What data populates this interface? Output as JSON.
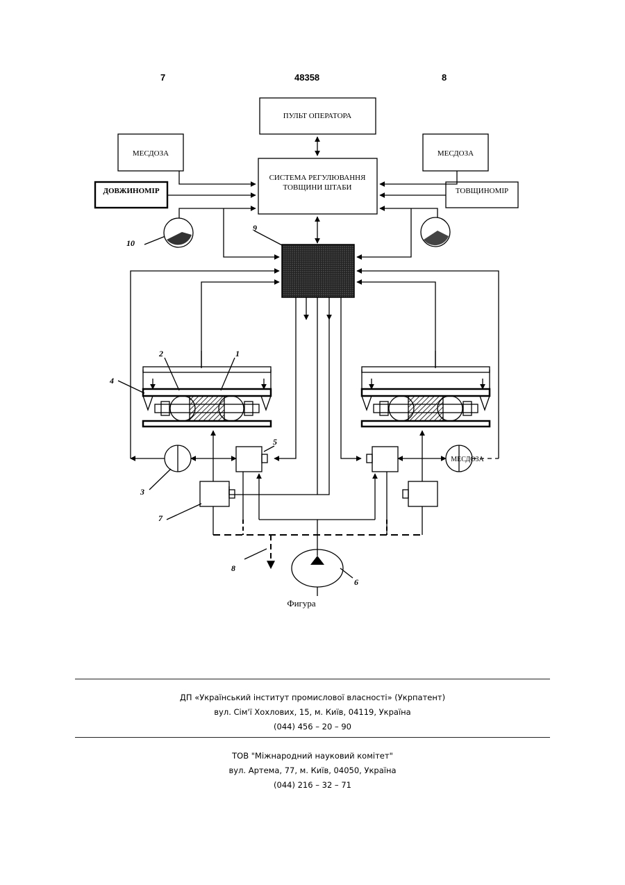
{
  "header": {
    "page_left": "7",
    "patent_number": "48358",
    "page_right": "8"
  },
  "diagram": {
    "operator_panel": "ПУЛЬТ ОПЕРАТОРА",
    "control_system_line1": "СИСТЕМА РЕГУЛЮВАННЯ",
    "control_system_line2": "ТОВЩИНИ ШТАБИ",
    "load_cell_left": "МЕСДОЗА",
    "load_cell_right": "МЕСДОЗА",
    "length_meter": "ДОВЖИНОМІР",
    "thickness_meter": "ТОВЩИНОМІР",
    "load_cell_bottom": "МЕСДОЗА",
    "caption": "Фигура",
    "refs": [
      "1",
      "2",
      "3",
      "4",
      "5",
      "6",
      "7",
      "8",
      "9",
      "10"
    ]
  },
  "footer": {
    "org1_line1": "ДП «Український інститут промислової власності» (Укрпатент)",
    "org1_line2": "вул. Сім'ї Хохлових, 15, м. Київ, 04119, Україна",
    "org1_line3": "(044) 456 – 20 –  90",
    "org2_line1": "ТОВ \"Міжнародний науковий комітет\"",
    "org2_line2": "вул. Артема, 77, м. Київ, 04050, Україна",
    "org2_line3": "(044) 216 – 32 – 71"
  }
}
